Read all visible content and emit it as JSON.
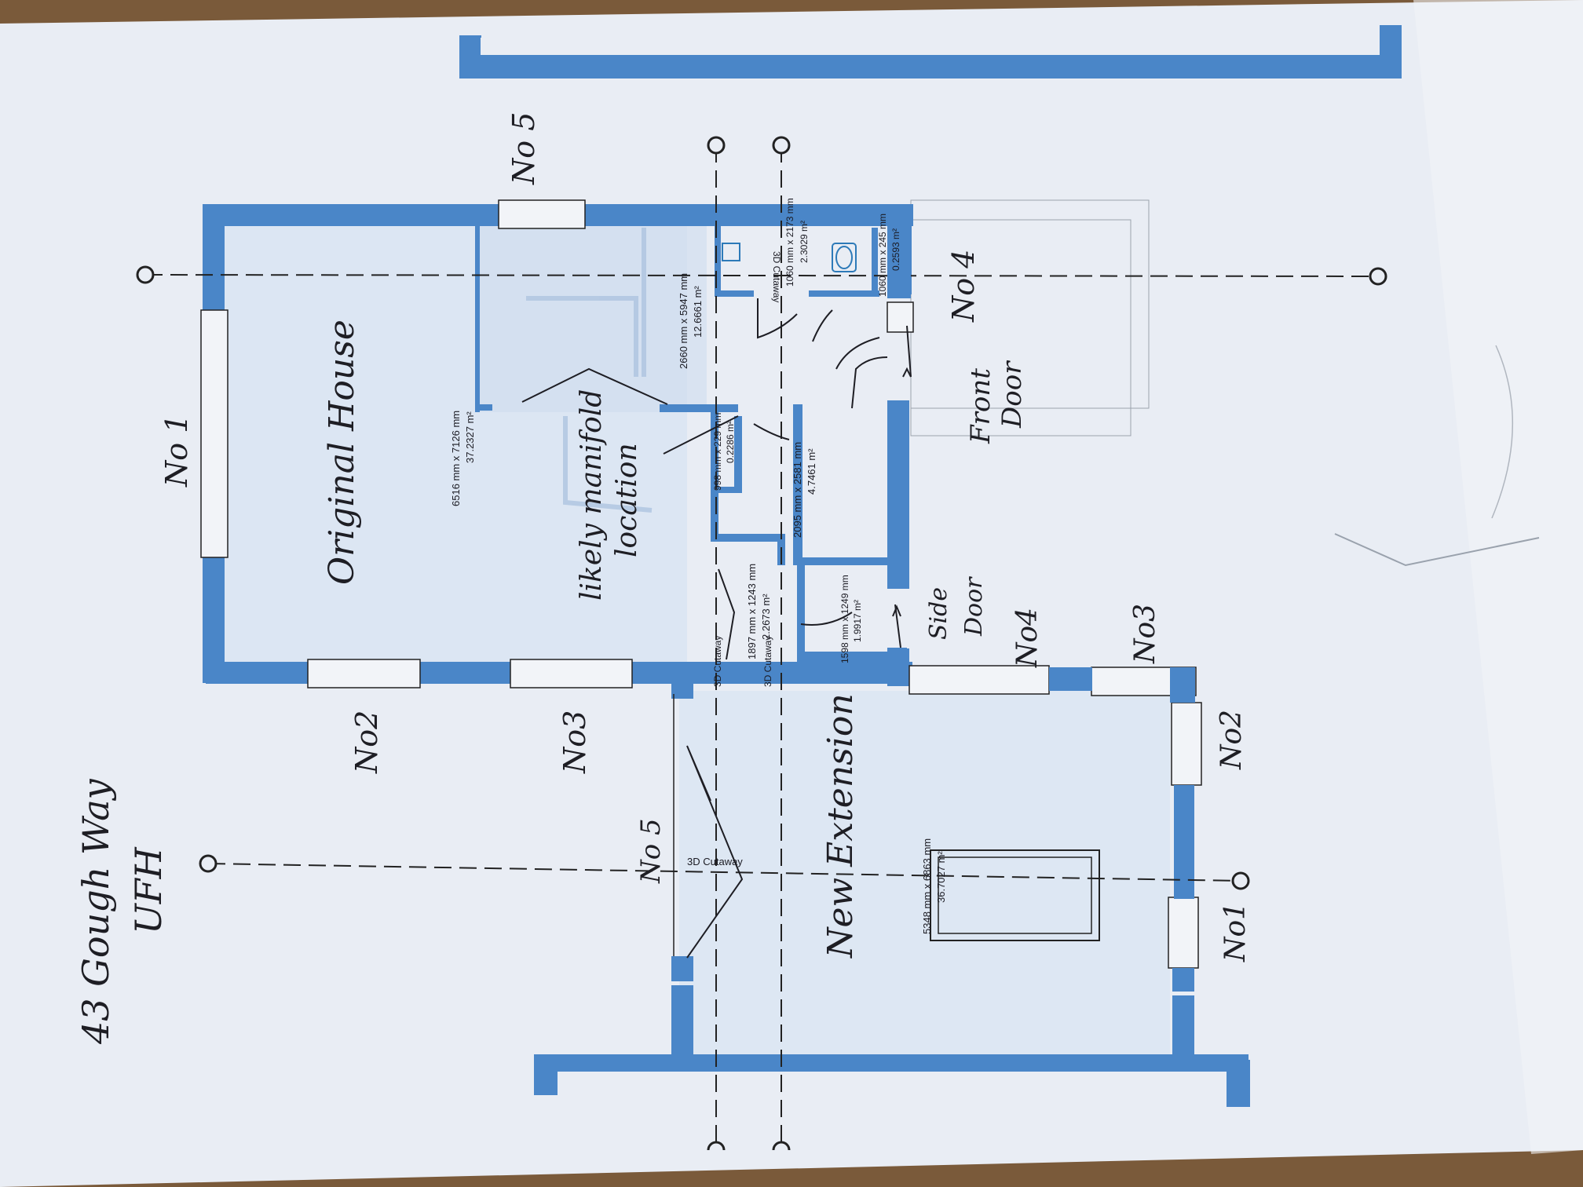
{
  "title": {
    "line1": "43 Gough Way",
    "line2": "UFH"
  },
  "rooms": {
    "original_house": "Original House",
    "manifold": {
      "line1": "likely manifold",
      "line2": "location"
    },
    "new_extension": "New Extension"
  },
  "doors": {
    "front": {
      "line1": "Front",
      "line2": "Door"
    },
    "side": {
      "line1": "Side",
      "line2": "Door"
    }
  },
  "labels": {
    "no1_top": "No 1",
    "no5_top": "No 5",
    "no2_bottom": "No2",
    "no3_bottom": "No3",
    "no4_right": "No 4",
    "no4_side": "No4",
    "no3_side": "No3",
    "no2_ext": "No2",
    "no1_ext": "No1",
    "no5_ext": "No 5"
  },
  "dimensions": {
    "original": {
      "size": "6516 mm x 7126 mm",
      "area": "37.2327 m²"
    },
    "hall": {
      "size": "2660 mm x 5947 mm",
      "area": "12.6661 m²"
    },
    "wc": {
      "size": "1060 mm x 2173 mm",
      "area": "2.3029 m²"
    },
    "cupboard": {
      "size": "1060 mm x 245 mm",
      "area": "0.2593 m²"
    },
    "store": {
      "size": "2095 mm x 2581 mm",
      "area": "4.7461 m²"
    },
    "small": {
      "size": "1897 mm x 1243 mm",
      "area": "2.2673 m²"
    },
    "lobby": {
      "size": "1598 mm x 1249 mm",
      "area": "1.9917 m²"
    },
    "manifold_cup": {
      "size": "998 mm x 229 mm",
      "area": "0.2286 m²"
    },
    "extension": {
      "size": "5348 mm x 6863 mm",
      "area": "36.7027 m²"
    }
  },
  "annotations": {
    "cutaway_ext": "3D Cutaway",
    "cutaway_a": "3D Cutaway",
    "cutaway_b": "3D Cutaway",
    "cutaway_c": "3D Cutaway"
  },
  "colors": {
    "wall": "#4a86c8",
    "paper": "#e9edf4",
    "wood": "#7a5a3a",
    "ink": "#1e1e24"
  }
}
